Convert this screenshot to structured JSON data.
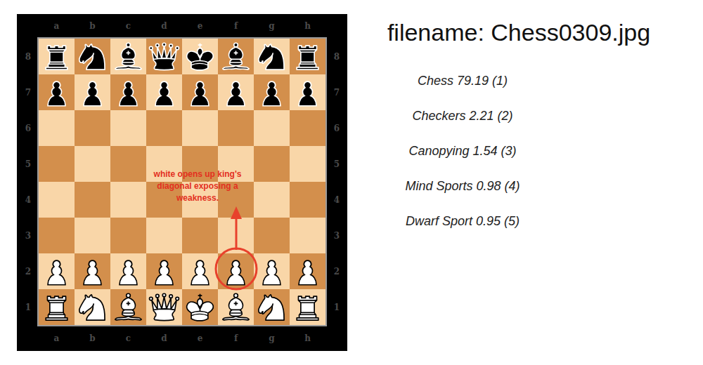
{
  "diagram": {
    "title": "filename: Chess0309.jpg",
    "labels": [
      "a",
      "b",
      "c",
      "d",
      "e",
      "f",
      "g",
      "h",
      "8",
      "7",
      "6",
      "5",
      "4",
      "3",
      "2",
      "1",
      "8",
      "7",
      "6",
      "5",
      "4",
      "3",
      "2",
      "1",
      "a",
      "b",
      "c",
      "d",
      "e",
      "f",
      "g",
      "h",
      "white opens up king's diagonal exposing a weakness.",
      "Chess 79.19 (1)",
      "Checkers 2.21 (2)",
      "Canopying 1.54 (3)",
      "Mind Sports 0.98 (4)",
      "Dwarf Sport 0.95 (5)"
    ]
  }
}
